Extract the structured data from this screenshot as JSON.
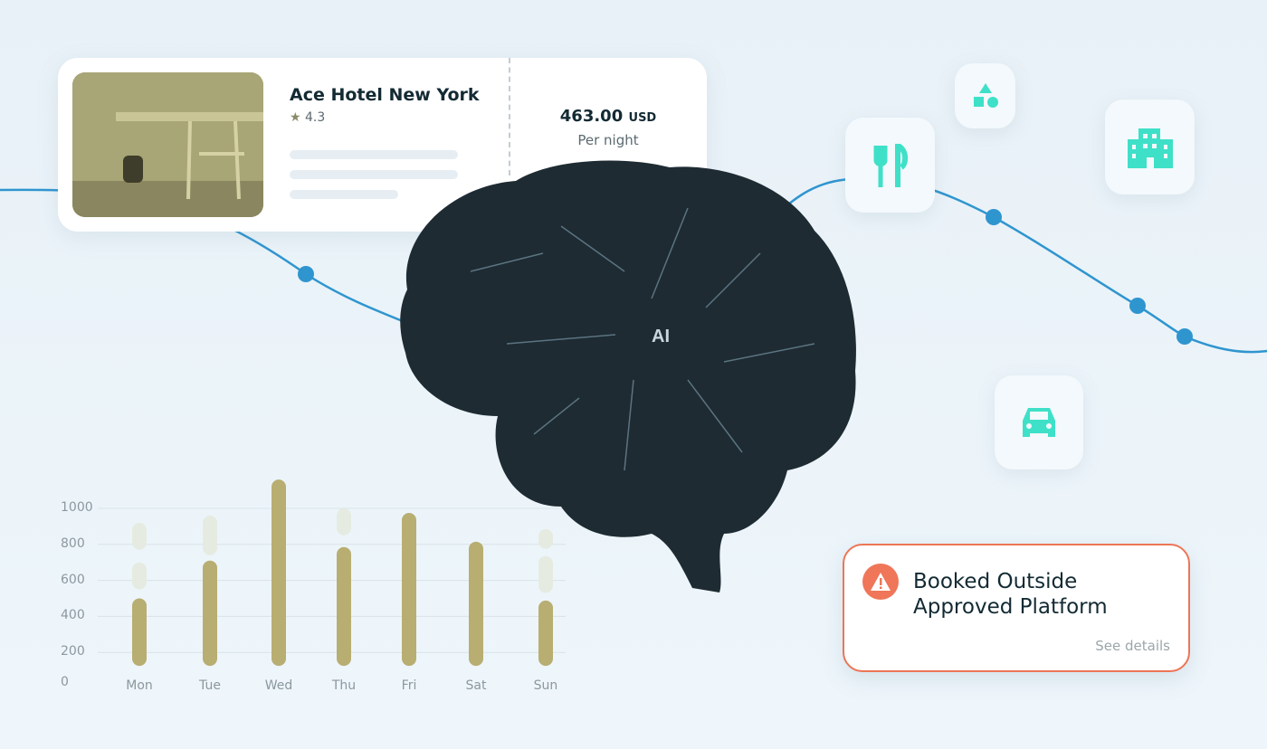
{
  "hotel_card": {
    "name": "Ace Hotel New York",
    "rating": "4.3",
    "price": "463.00",
    "currency": "USD",
    "price_unit": "Per night"
  },
  "brain": {
    "label": "AI"
  },
  "icon_tiles": [
    "fork-knife-icon",
    "shapes-icon",
    "building-icon",
    "car-icon"
  ],
  "alert": {
    "title_line1": "Booked Outside",
    "title_line2": "Approved Platform",
    "link": "See details",
    "color": "#ec7656"
  },
  "colors": {
    "accent": "#2f95cf",
    "teal": "#3fe0c8",
    "bar": "#b8ae72",
    "ghost": "#e6ebe2"
  },
  "chart_data": {
    "type": "bar",
    "categories": [
      "Mon",
      "Tue",
      "Wed",
      "Thu",
      "Fri",
      "Sat",
      "Sun"
    ],
    "y_ticks": [
      "0",
      "200",
      "400",
      "600",
      "800",
      "1000"
    ],
    "ylim": [
      0,
      1200
    ],
    "series": [
      {
        "name": "value",
        "ranges": [
          [
            125,
            500
          ],
          [
            125,
            710
          ],
          [
            125,
            1160
          ],
          [
            125,
            785
          ],
          [
            125,
            975
          ],
          [
            125,
            815
          ],
          [
            125,
            488
          ]
        ]
      },
      {
        "name": "ghost",
        "ranges": [
          [
            [
              550,
              700
            ],
            [
              770,
              920
            ]
          ],
          [
            [
              740,
              960
            ]
          ],
          [],
          [
            [
              850,
              1000
            ]
          ],
          [],
          [],
          [
            [
              530,
              735
            ],
            [
              775,
              885
            ]
          ]
        ]
      }
    ]
  }
}
